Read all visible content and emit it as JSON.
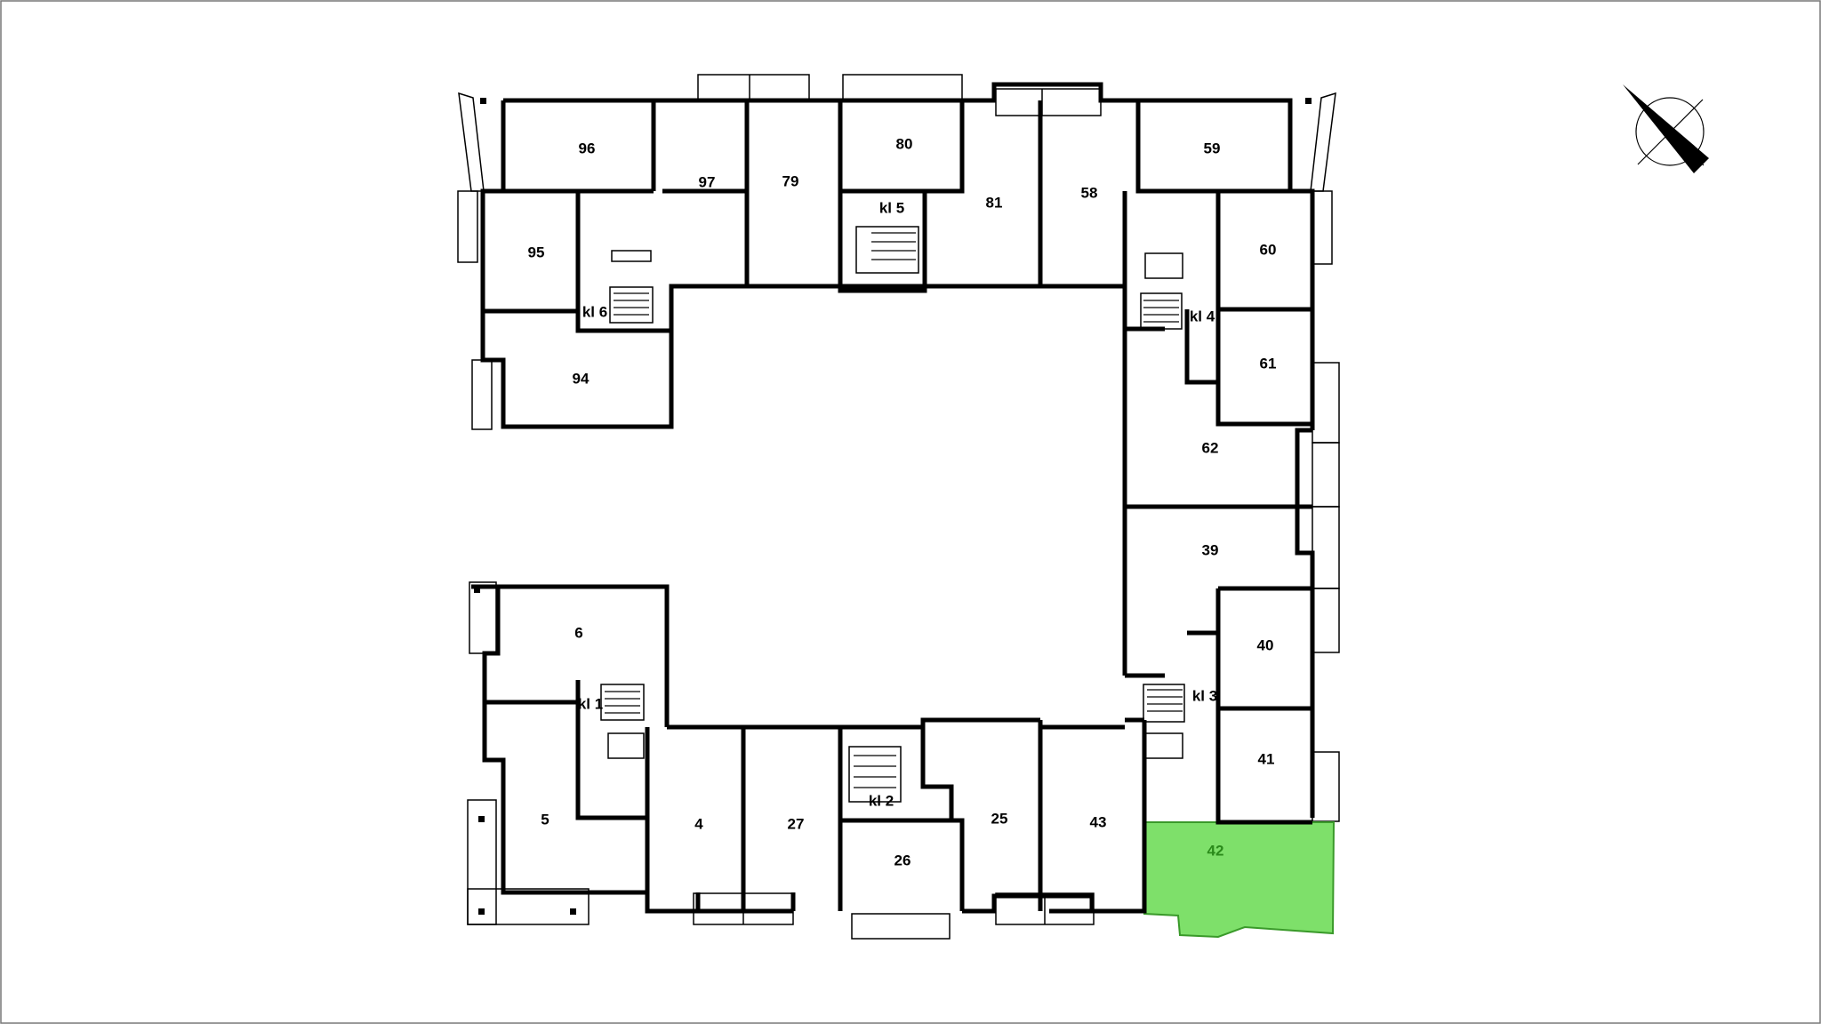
{
  "floor_plan": {
    "highlight_color": "#7ee06a",
    "highlight_stroke": "#3a9a2a",
    "highlighted_unit": "42",
    "units": [
      {
        "id": "u96",
        "label": "96"
      },
      {
        "id": "u97",
        "label": "97"
      },
      {
        "id": "u79",
        "label": "79"
      },
      {
        "id": "u80",
        "label": "80"
      },
      {
        "id": "u81",
        "label": "81"
      },
      {
        "id": "u58",
        "label": "58"
      },
      {
        "id": "u59",
        "label": "59"
      },
      {
        "id": "u95",
        "label": "95"
      },
      {
        "id": "u94",
        "label": "94"
      },
      {
        "id": "u60",
        "label": "60"
      },
      {
        "id": "u61",
        "label": "61"
      },
      {
        "id": "u62",
        "label": "62"
      },
      {
        "id": "u39",
        "label": "39"
      },
      {
        "id": "u40",
        "label": "40"
      },
      {
        "id": "u41",
        "label": "41"
      },
      {
        "id": "u42",
        "label": "42"
      },
      {
        "id": "u43",
        "label": "43"
      },
      {
        "id": "u25",
        "label": "25"
      },
      {
        "id": "u26",
        "label": "26"
      },
      {
        "id": "u27",
        "label": "27"
      },
      {
        "id": "u4",
        "label": "4"
      },
      {
        "id": "u5",
        "label": "5"
      },
      {
        "id": "u6",
        "label": "6"
      }
    ],
    "staircases": [
      {
        "id": "kl1",
        "label": "kl 1"
      },
      {
        "id": "kl2",
        "label": "kl 2"
      },
      {
        "id": "kl3",
        "label": "kl 3"
      },
      {
        "id": "kl4",
        "label": "kl 4"
      },
      {
        "id": "kl5",
        "label": "kl 5"
      },
      {
        "id": "kl6",
        "label": "kl 6"
      }
    ],
    "compass": {
      "icon": "north-arrow-icon"
    }
  }
}
